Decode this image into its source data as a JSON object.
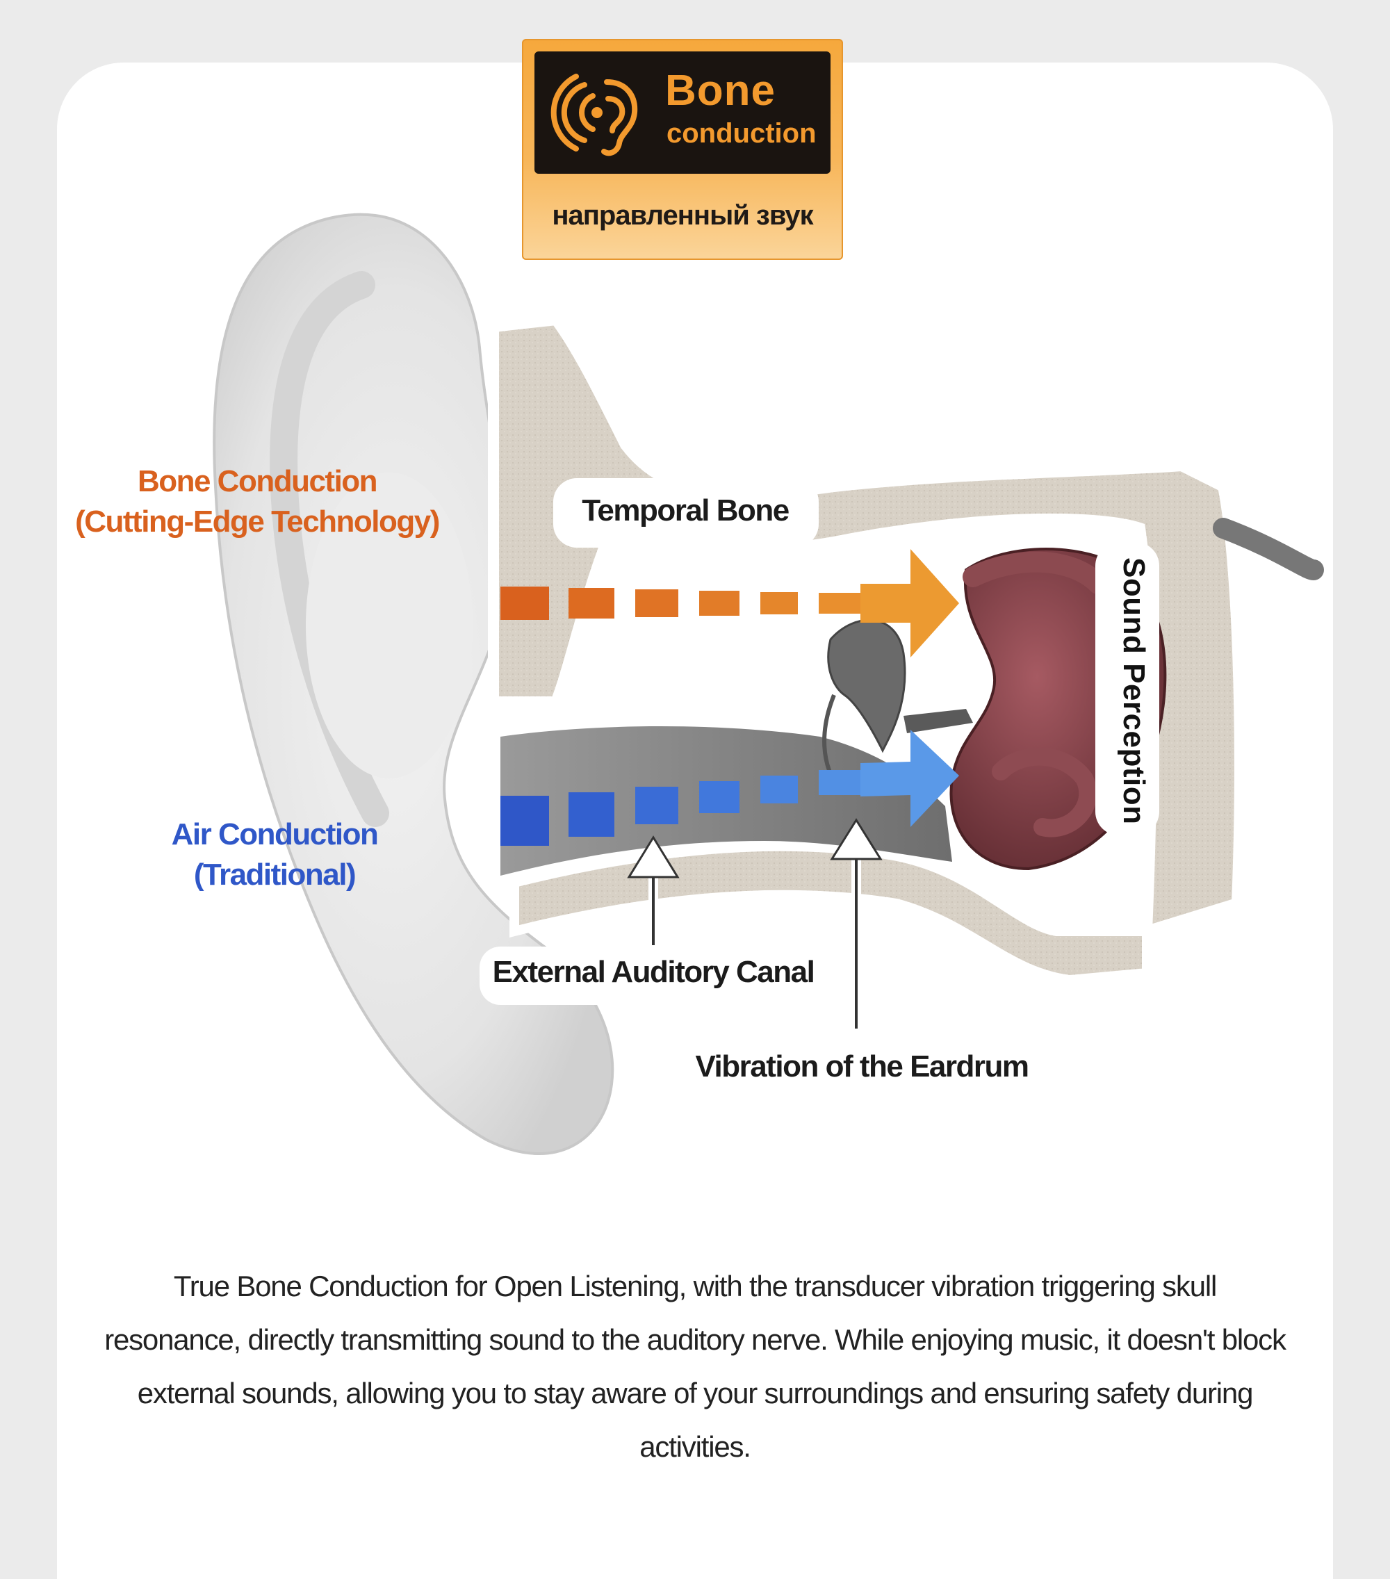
{
  "badge": {
    "title": "Bone",
    "subtitle": "conduction",
    "caption": "направленный звук"
  },
  "labels": {
    "bone_conduction_line1": "Bone Conduction",
    "bone_conduction_line2": "(Cutting-Edge Technology)",
    "air_conduction_line1": "Air Conduction",
    "air_conduction_line2": "(Traditional)",
    "temporal_bone": "Temporal Bone",
    "sound_perception": "Sound Perception",
    "external_auditory_canal": "External Auditory Canal",
    "vibration_of_eardrum": "Vibration of the Eardrum"
  },
  "description": "True Bone Conduction for Open Listening, with the transducer vibration triggering skull resonance, directly transmitting sound to the auditory nerve. While enjoying music, it doesn't block external sounds, allowing you to stay aware of your surroundings and ensuring safety during activities.",
  "colors": {
    "bone_path": "#e07a22",
    "air_path": "#3a6cdc",
    "bone_tissue": "#d9d2c8",
    "cochlea": "#7a3b40"
  },
  "icons": [
    "ear-sound-waves-icon"
  ]
}
